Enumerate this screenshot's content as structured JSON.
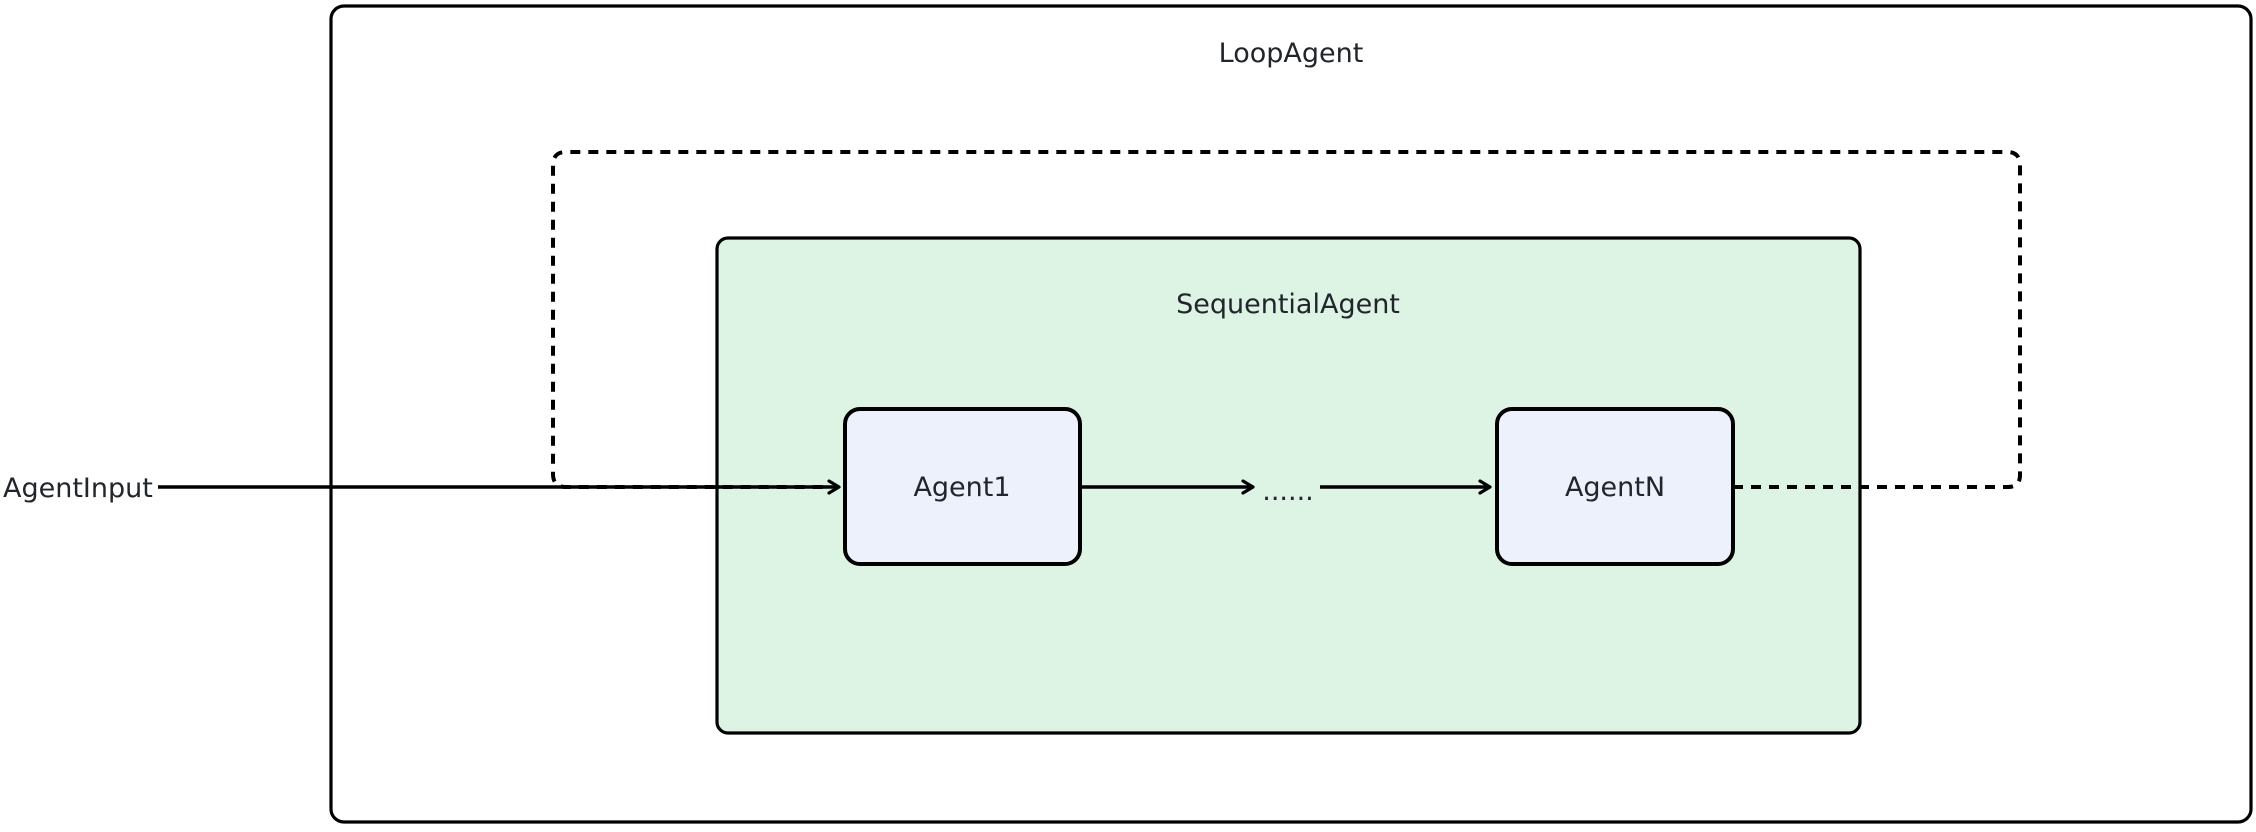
{
  "diagram": {
    "outer_container": {
      "label": "LoopAgent"
    },
    "sequential_container": {
      "label": "SequentialAgent"
    },
    "nodes": [
      {
        "label": "Agent1"
      },
      {
        "label": "AgentN"
      }
    ],
    "input_label": "AgentInput",
    "ellipsis_label": "......",
    "loop_edge_style": "dashed",
    "colors": {
      "background": "#ffffff",
      "outer_fill": "#ffffff",
      "sequential_fill": "#ddf3e4",
      "node_fill": "#edf1fb",
      "stroke": "#000000",
      "text": "#21262d"
    }
  }
}
